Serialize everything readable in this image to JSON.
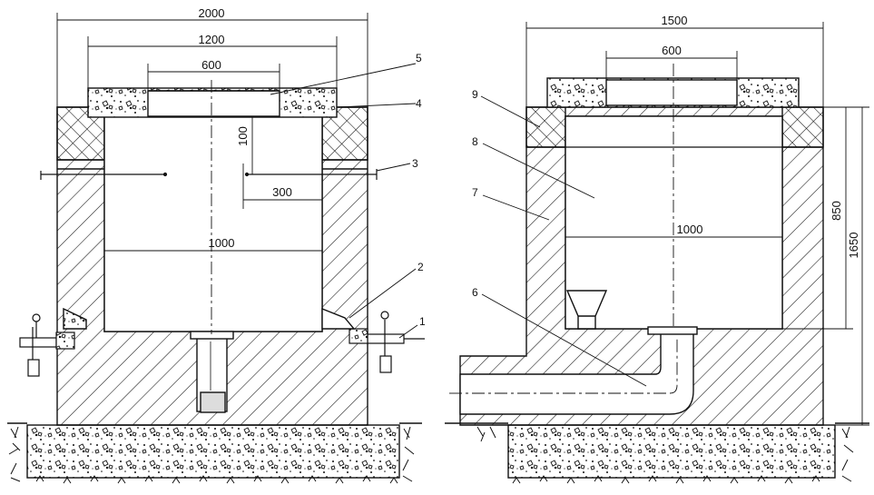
{
  "colors": {
    "ink": "#111111",
    "background": "#ffffff"
  },
  "left_view": {
    "dimensions": [
      "2000",
      "1200",
      "600",
      "100",
      "300",
      "1000"
    ],
    "callouts": [
      "5",
      "4",
      "3",
      "2",
      "1"
    ]
  },
  "right_view": {
    "dimensions": [
      "1500",
      "600",
      "1000",
      "850",
      "1650"
    ],
    "callouts": [
      "9",
      "8",
      "7",
      "6"
    ]
  }
}
